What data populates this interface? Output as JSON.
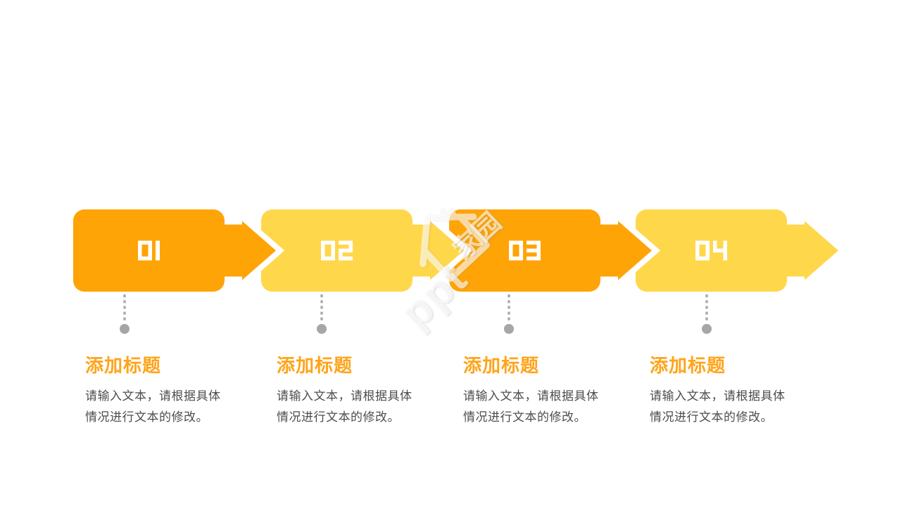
{
  "slide": {
    "background_color": "#FFFFFF",
    "watermark": {
      "brand_latin": "ppt",
      "brand_cjk": "家园",
      "icon": "house-icon"
    }
  },
  "colors": {
    "step_orange": "#FFA407",
    "step_yellow": "#FFD74B",
    "number_text": "#FFFFFF",
    "title_orange": "#FFA41A",
    "body_gray": "#4D4D4D",
    "connector_gray": "#ABABAB",
    "dot_gray": "#A6A6A6"
  },
  "steps": [
    {
      "number": "01",
      "block_color": "#FFA407",
      "title": "添加标题",
      "body": "请输入文本，请根据具体情况进行文本的修改。"
    },
    {
      "number": "02",
      "block_color": "#FFD74B",
      "title": "添加标题",
      "body": "请输入文本，请根据具体情况进行文本的修改。"
    },
    {
      "number": "03",
      "block_color": "#FFA407",
      "title": "添加标题",
      "body": "请输入文本，请根据具体情况进行文本的修改。"
    },
    {
      "number": "04",
      "block_color": "#FFD74B",
      "title": "添加标题",
      "body": "请输入文本，请根据具体情况进行文本的修改。"
    }
  ]
}
